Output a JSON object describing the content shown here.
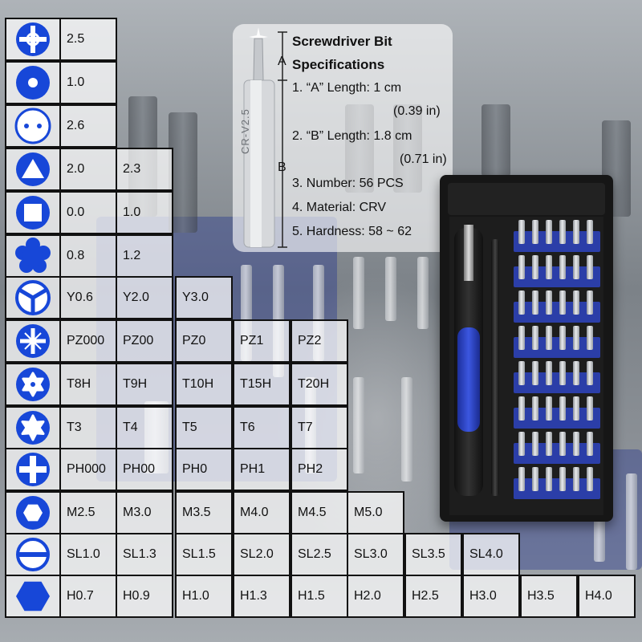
{
  "specifications": {
    "title_line1": "Screwdriver Bit",
    "title_line2": "Specifications",
    "a_label": "A",
    "b_label": "B",
    "bit_engraving": "CR-V2.5",
    "item1": "1. “A” Length: 1 cm",
    "item1_inch": "(0.39 in)",
    "item2": "2. “B” Length: 1.8 cm",
    "item2_inch": "(0.71 in)",
    "item3": "3. Number: 56 PCS",
    "item4": "4. Material: CRV",
    "item5": "5. Hardness: 58 ~ 62"
  },
  "bit_rows": [
    {
      "icon": "cross-icon",
      "sizes": [
        "2.5"
      ]
    },
    {
      "icon": "round-hole-icon",
      "sizes": [
        "1.0"
      ]
    },
    {
      "icon": "two-dot-icon",
      "sizes": [
        "2.6"
      ]
    },
    {
      "icon": "triangle-icon",
      "sizes": [
        "2.0",
        "2.3"
      ]
    },
    {
      "icon": "square-icon",
      "sizes": [
        "0.0",
        "1.0"
      ]
    },
    {
      "icon": "pentalobe-icon",
      "sizes": [
        "0.8",
        "1.2"
      ]
    },
    {
      "icon": "tri-wing-icon",
      "sizes": [
        "Y0.6",
        "Y2.0",
        "Y3.0"
      ]
    },
    {
      "icon": "pozidriv-icon",
      "sizes": [
        "PZ000",
        "PZ00",
        "PZ0",
        "PZ1",
        "PZ2"
      ]
    },
    {
      "icon": "torx-hole-icon",
      "sizes": [
        "T8H",
        "T9H",
        "T10H",
        "T15H",
        "T20H"
      ]
    },
    {
      "icon": "torx-icon",
      "sizes": [
        "T3",
        "T4",
        "T5",
        "T6",
        "T7"
      ]
    },
    {
      "icon": "phillips-icon",
      "sizes": [
        "PH000",
        "PH00",
        "PH0",
        "PH1",
        "PH2"
      ]
    },
    {
      "icon": "hex-socket-icon",
      "sizes": [
        "M2.5",
        "M3.0",
        "M3.5",
        "M4.0",
        "M4.5",
        "M5.0"
      ]
    },
    {
      "icon": "slotted-icon",
      "sizes": [
        "SL1.0",
        "SL1.3",
        "SL1.5",
        "SL2.0",
        "SL2.5",
        "SL3.0",
        "SL3.5",
        "SL4.0"
      ]
    },
    {
      "icon": "hex-icon",
      "sizes": [
        "H0.7",
        "H0.9",
        "H1.0",
        "H1.3",
        "H1.5",
        "H2.0",
        "H2.5",
        "H3.0",
        "H3.5",
        "H4.0"
      ]
    }
  ],
  "colors": {
    "icon_blue": "#1747d8",
    "grid_line": "#111111",
    "kit_blue": "#2b3ea8"
  }
}
